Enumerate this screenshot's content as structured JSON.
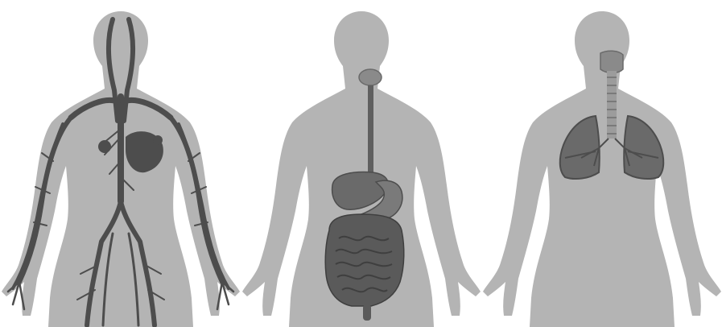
{
  "figures": [
    {
      "system": "circulatory-system",
      "organs": [
        "heart",
        "arteries",
        "veins"
      ]
    },
    {
      "system": "digestive-system",
      "organs": [
        "mouth",
        "esophagus",
        "liver",
        "stomach",
        "small-intestine",
        "large-intestine"
      ]
    },
    {
      "system": "respiratory-system",
      "organs": [
        "larynx",
        "trachea",
        "lungs"
      ]
    }
  ],
  "colors": {
    "silhouette": "#b4b4b4",
    "organ_dark": "#4d4d4d",
    "organ_mid": "#6a6a6a",
    "organ_light": "#8a8a8a",
    "background": "#ffffff"
  }
}
